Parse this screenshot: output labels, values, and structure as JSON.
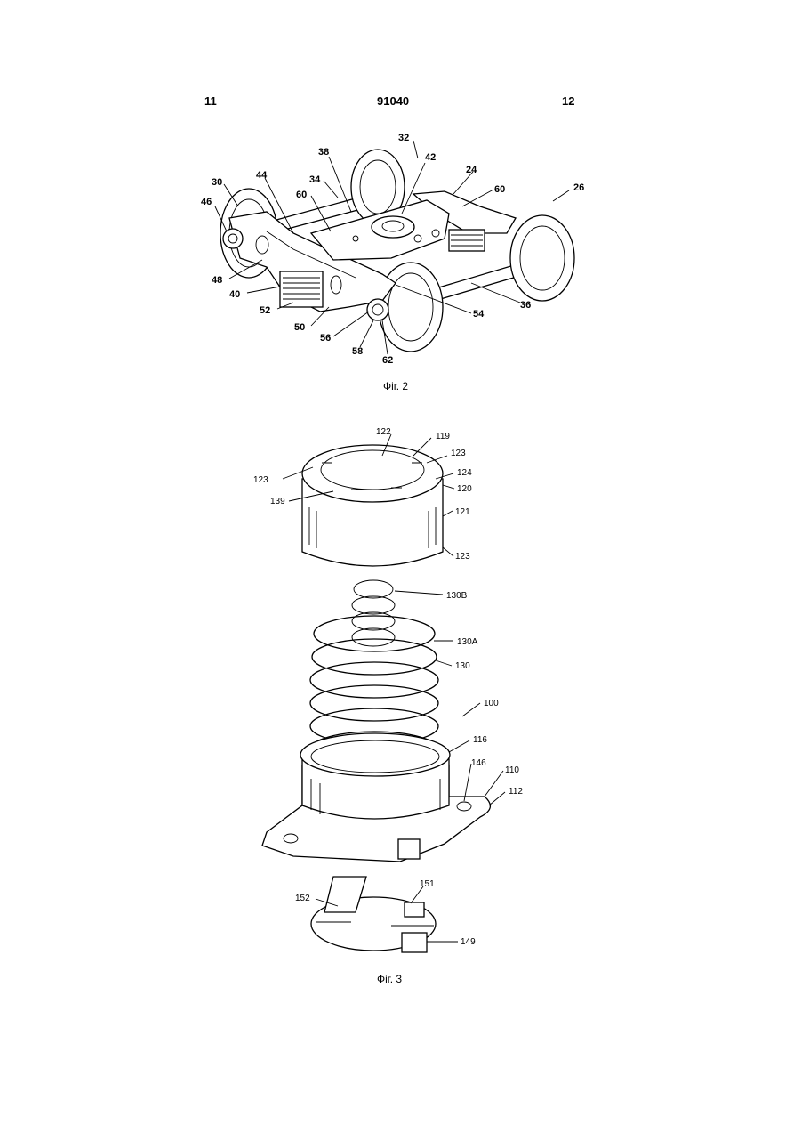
{
  "header": {
    "page_left": "11",
    "patent_number": "91040",
    "page_right": "12"
  },
  "figure2": {
    "caption": "Фіг. 2",
    "labels": [
      "38",
      "32",
      "42",
      "24",
      "34",
      "60",
      "26",
      "30",
      "44",
      "60",
      "46",
      "48",
      "40",
      "52",
      "50",
      "56",
      "58",
      "62",
      "54",
      "36"
    ]
  },
  "figure3": {
    "caption": "Фіг. 3",
    "labels": [
      "122",
      "119",
      "123",
      "123",
      "124",
      "120",
      "139",
      "121",
      "123",
      "130B",
      "130A",
      "130",
      "100",
      "116",
      "146",
      "110",
      "112",
      "152",
      "151",
      "149"
    ]
  }
}
